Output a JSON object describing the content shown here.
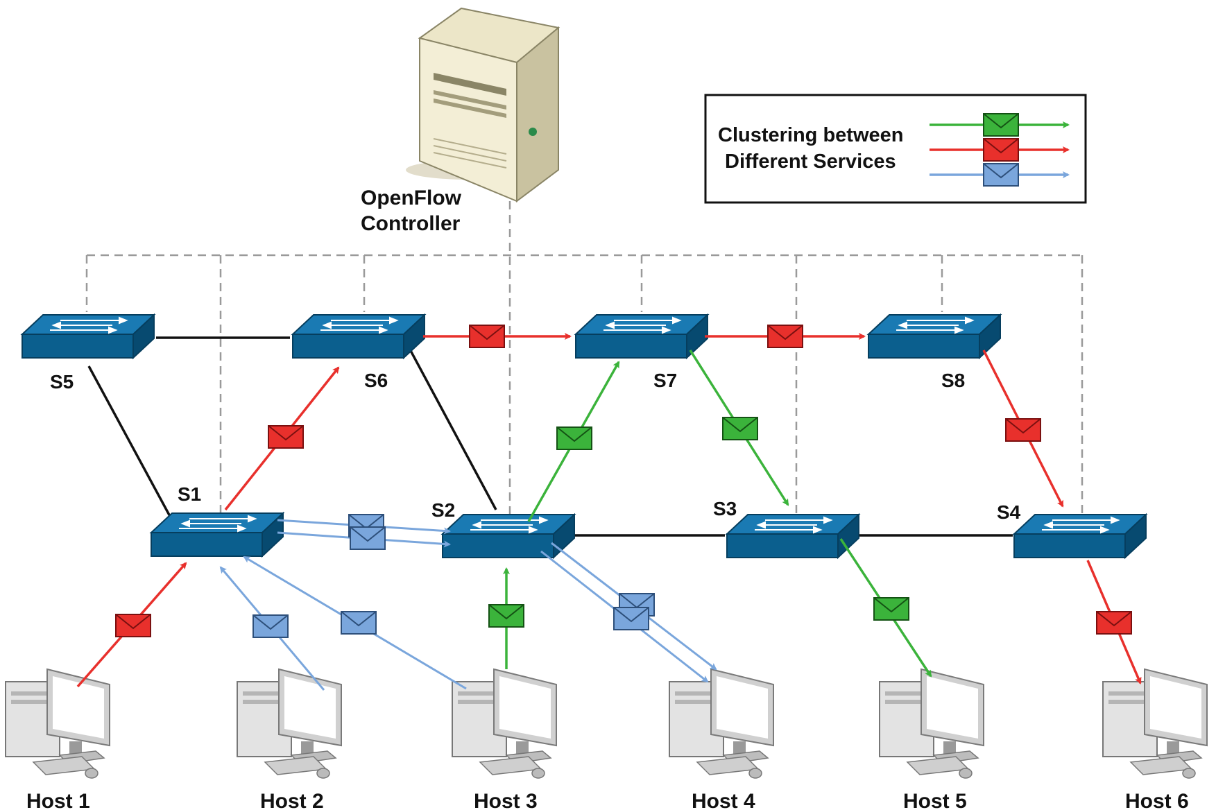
{
  "controller": {
    "label_line1": "OpenFlow",
    "label_line2": "Controller",
    "icon": "server-tower-icon"
  },
  "legend": {
    "line1": "Clustering between",
    "line2": "Different Services",
    "colors": [
      "#3bb33b",
      "#e8302c",
      "#7aa6dc"
    ]
  },
  "switches": [
    {
      "id": "s5",
      "label": "S5"
    },
    {
      "id": "s6",
      "label": "S6"
    },
    {
      "id": "s7",
      "label": "S7"
    },
    {
      "id": "s8",
      "label": "S8"
    },
    {
      "id": "s1",
      "label": "S1"
    },
    {
      "id": "s2",
      "label": "S2"
    },
    {
      "id": "s3",
      "label": "S3"
    },
    {
      "id": "s4",
      "label": "S4"
    }
  ],
  "hosts": [
    {
      "id": "host1",
      "label": "Host 1"
    },
    {
      "id": "host2",
      "label": "Host 2"
    },
    {
      "id": "host3",
      "label": "Host 3"
    },
    {
      "id": "host4",
      "label": "Host 4"
    },
    {
      "id": "host5",
      "label": "Host 5"
    },
    {
      "id": "host6",
      "label": "Host 6"
    }
  ],
  "links": [
    {
      "from": "s5",
      "to": "s6",
      "style": "solid-black"
    },
    {
      "from": "s5",
      "to": "s1",
      "style": "solid-black"
    },
    {
      "from": "s6",
      "to": "s2",
      "style": "solid-black"
    },
    {
      "from": "s2",
      "to": "s3",
      "style": "solid-black"
    },
    {
      "from": "s3",
      "to": "s4",
      "style": "solid-black"
    },
    {
      "from": "controller",
      "to": "all-switches",
      "style": "dashed-gray"
    }
  ],
  "flows": [
    {
      "service": "red",
      "color": "#e8302c",
      "path": [
        "host1",
        "s1",
        "s6",
        "s7",
        "s8",
        "s4",
        "host6"
      ]
    },
    {
      "service": "green",
      "color": "#3bb33b",
      "path": [
        "host3",
        "s2",
        "s7",
        "s3",
        "host5"
      ]
    },
    {
      "service": "blue",
      "color": "#7aa6dc",
      "path": [
        "host2",
        "s1",
        "s2",
        "host4"
      ]
    },
    {
      "service": "blue",
      "color": "#7aa6dc",
      "path": [
        "host3",
        "s1",
        "s2",
        "host4"
      ]
    }
  ],
  "colors": {
    "switch": "#0b5f8e",
    "switch_dark": "#074a70",
    "dashed": "#9a9a9a",
    "red": "#e8302c",
    "green": "#3bb33b",
    "blue": "#7aa6dc"
  },
  "icons": {
    "switch": "network-switch-icon",
    "host": "desktop-computer-icon",
    "message": "envelope-icon"
  }
}
